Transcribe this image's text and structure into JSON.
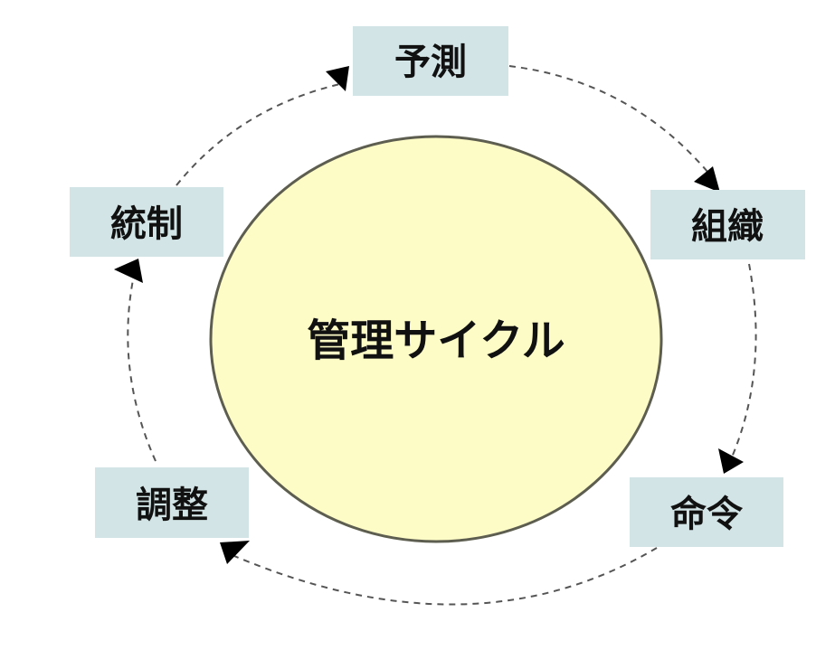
{
  "center": {
    "label": "管理サイクル",
    "fill_color": "#FDFBC6",
    "stroke_color": "#5E5E50"
  },
  "steps": [
    {
      "label": "予測"
    },
    {
      "label": "組織"
    },
    {
      "label": "命令"
    },
    {
      "label": "調整"
    },
    {
      "label": "統制"
    }
  ],
  "colors": {
    "box_fill": "#D3E4E6",
    "arrow": "#000000",
    "dashed_line": "#555555"
  }
}
